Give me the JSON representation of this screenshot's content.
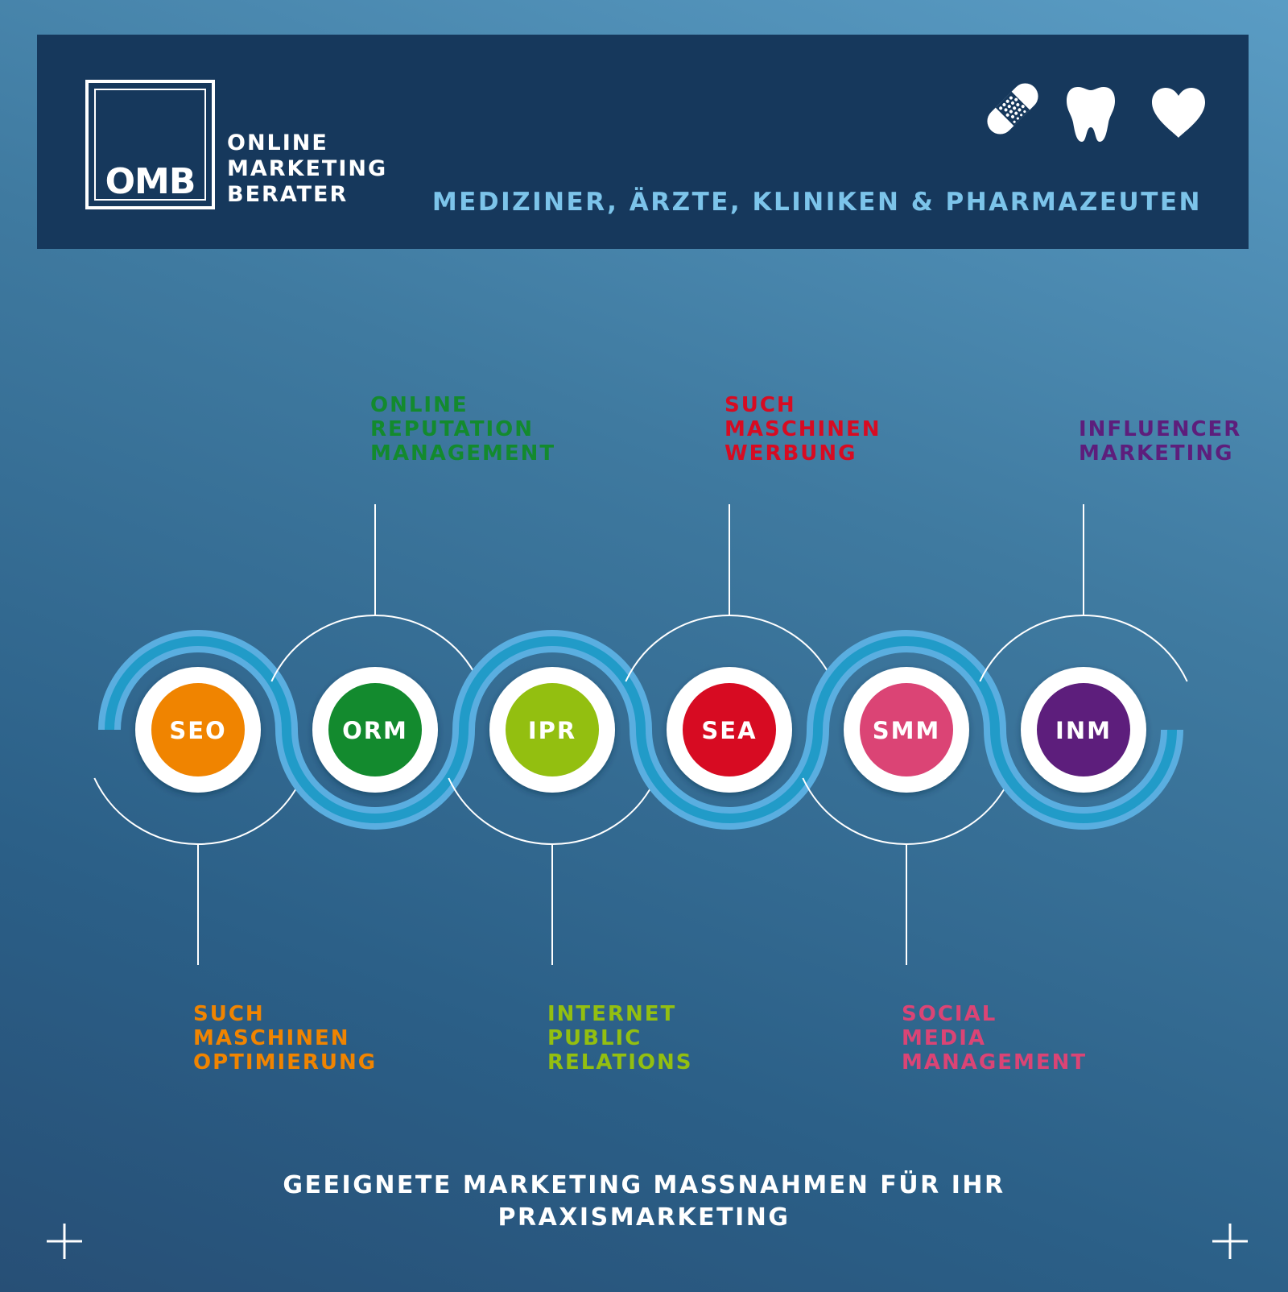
{
  "header": {
    "logo_mark": "OMB",
    "brand_lines": [
      "ONLINE",
      "MARKETING",
      "BERATER"
    ],
    "tagline": "MEDIZINER, ÄRZTE, KLINIKEN & PHARMAZEUTEN",
    "icons": [
      "bandage-icon",
      "tooth-icon",
      "heart-icon"
    ]
  },
  "nodes": [
    {
      "abbr": "SEO",
      "color": "#f08400",
      "label": [
        "SUCH",
        "MASCHINEN",
        "OPTIMIERUNG"
      ],
      "position": "below"
    },
    {
      "abbr": "ORM",
      "color": "#138a2e",
      "label": [
        "ONLINE",
        "REPUTATION",
        "MANAGEMENT"
      ],
      "position": "above"
    },
    {
      "abbr": "IPR",
      "color": "#93bf10",
      "label": [
        "INTERNET",
        "PUBLIC",
        "RELATIONS"
      ],
      "position": "below"
    },
    {
      "abbr": "SEA",
      "color": "#d70b22",
      "label": [
        "SUCH",
        "MASCHINEN",
        "WERBUNG"
      ],
      "position": "above"
    },
    {
      "abbr": "SMM",
      "color": "#db4475",
      "label": [
        "SOCIAL",
        "MEDIA",
        "MANAGEMENT"
      ],
      "position": "below"
    },
    {
      "abbr": "INM",
      "color": "#5d1e7c",
      "label": [
        "INFLUENCER",
        "MARKETING"
      ],
      "position": "above"
    }
  ],
  "footer": {
    "line1": "GEEIGNETE MARKETING MASSNAHMEN FÜR IHR",
    "line2": "PRAXISMARKETING"
  }
}
